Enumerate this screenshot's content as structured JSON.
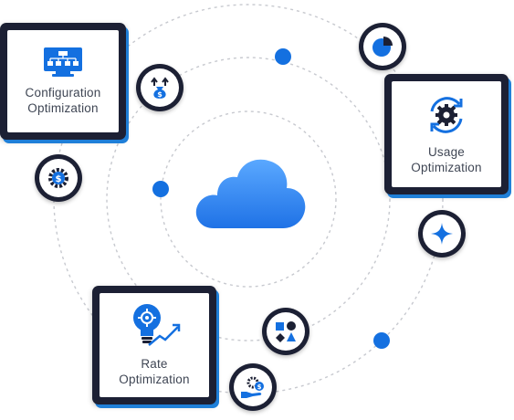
{
  "cards": {
    "configuration": {
      "line1": "Configuration",
      "line2": "Optimization"
    },
    "usage": {
      "line1": "Usage",
      "line2": "Optimization"
    },
    "rate": {
      "line1": "Rate",
      "line2": "Optimization"
    }
  },
  "icons": {
    "center": "cloud-icon",
    "configuration": "network-hierarchy-icon",
    "usage": "gear-sync-icon",
    "rate": "lightbulb-growth-icon",
    "badges": [
      "pie-chart-icon",
      "money-bag-arrows-icon",
      "dollar-gear-icon",
      "sparkle-icon",
      "shapes-icon",
      "hand-dollar-icon"
    ]
  },
  "colors": {
    "accent": "#1470e0",
    "card_frame": "#1c2034",
    "card_shadow": "#1f7fd8",
    "orbit_line": "#c7c9cf",
    "label_text": "#3f4654"
  }
}
